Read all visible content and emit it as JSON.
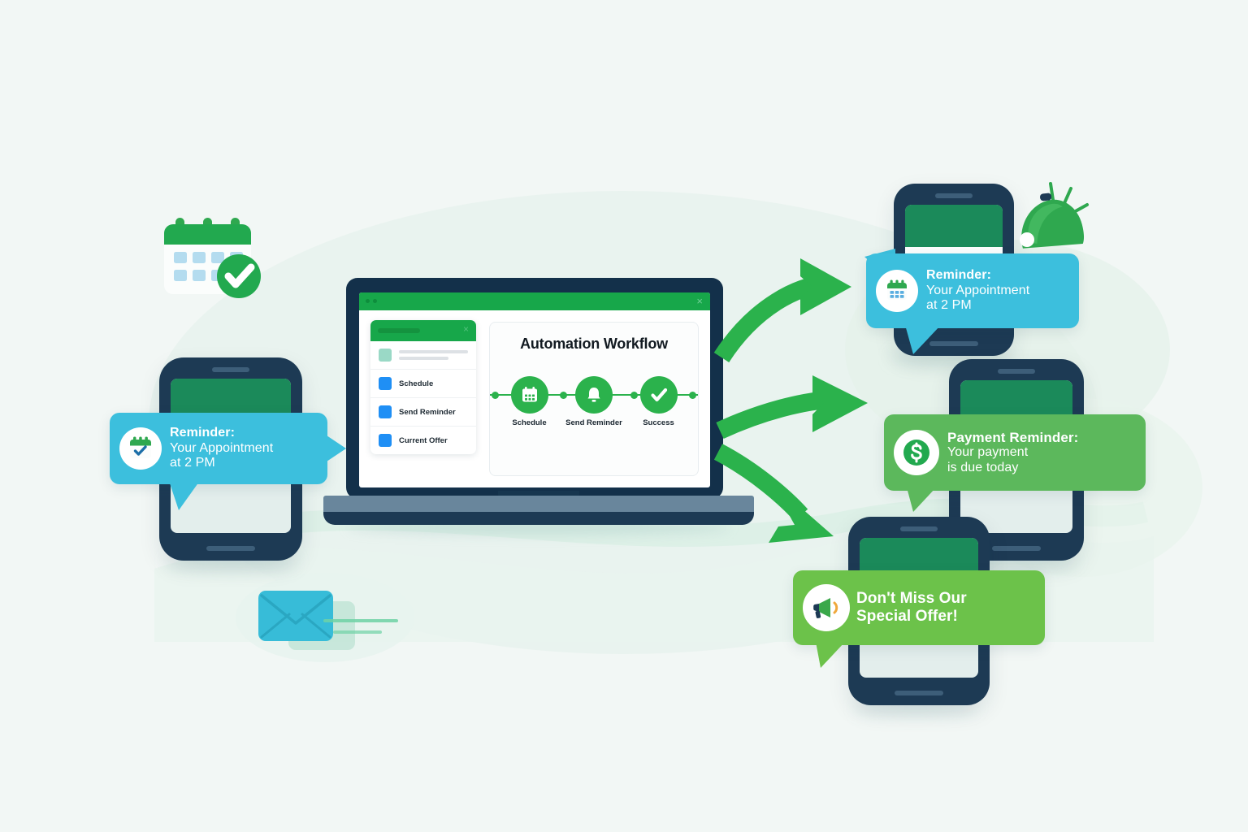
{
  "scene": {
    "title": "Automation Workflow Notification Illustration",
    "background_color": "#f2f7f5",
    "accent_green": "#2bb24c",
    "accent_blue": "#3cbfdd",
    "accent_light_green": "#6cc24a",
    "dark_navy": "#1d3a54"
  },
  "laptop": {
    "window": {
      "close_icon": "×",
      "dots_count": 2
    },
    "sidebar": {
      "header_close_icon": "×",
      "rows": [
        {
          "label": "",
          "swatch_color": "#9ad9c6",
          "placeholder": true
        },
        {
          "label": "Schedule",
          "swatch_color": "#1f8ff5",
          "placeholder": false
        },
        {
          "label": "Send Reminder",
          "swatch_color": "#1f8ff5",
          "placeholder": false
        },
        {
          "label": "Current Offer",
          "swatch_color": "#1f8ff5",
          "placeholder": false
        }
      ]
    },
    "workflow": {
      "title": "Automation Workflow",
      "steps": [
        {
          "label": "Schedule",
          "icon": "calendar-icon"
        },
        {
          "label": "Send Reminder",
          "icon": "bell-icon"
        },
        {
          "label": "Success",
          "icon": "check-icon"
        }
      ]
    }
  },
  "notifications": [
    {
      "id": "left-appointment",
      "icon": "calendar-check-icon",
      "title": "Reminder:",
      "body_line1": "Your Appointment",
      "body_line2": "at 2 PM",
      "color": "#3cbfdd"
    },
    {
      "id": "top-right-appointment",
      "icon": "calendar-icon",
      "title": "Reminder:",
      "body_line1": "Your Appointment",
      "body_line2": "at 2 PM",
      "color": "#3cbfdd"
    },
    {
      "id": "payment-reminder",
      "icon": "dollar-coin-icon",
      "title": "Payment Reminder:",
      "body_line1": "Your payment",
      "body_line2": "is due today",
      "color": "#5cb85c"
    },
    {
      "id": "special-offer",
      "icon": "megaphone-icon",
      "title": "Don't Miss Our",
      "body_line1": "Special Offer!",
      "body_line2": "",
      "color": "#6cc24a"
    }
  ],
  "decorations": {
    "calendar_badge": {
      "icon": "calendar-check-icon",
      "check_color": "#22a94f"
    },
    "envelope": {
      "icon": "envelope-icon",
      "color": "#3cbfdd"
    },
    "alarm_bell": {
      "icon": "alarm-bell-icon",
      "color": "#2fa84f"
    },
    "arrows": [
      {
        "id": "arrow-to-top-phone",
        "direction": "up-right"
      },
      {
        "id": "arrow-to-middle-phone",
        "direction": "right"
      },
      {
        "id": "arrow-to-bottom-phone",
        "direction": "down-right"
      }
    ]
  }
}
